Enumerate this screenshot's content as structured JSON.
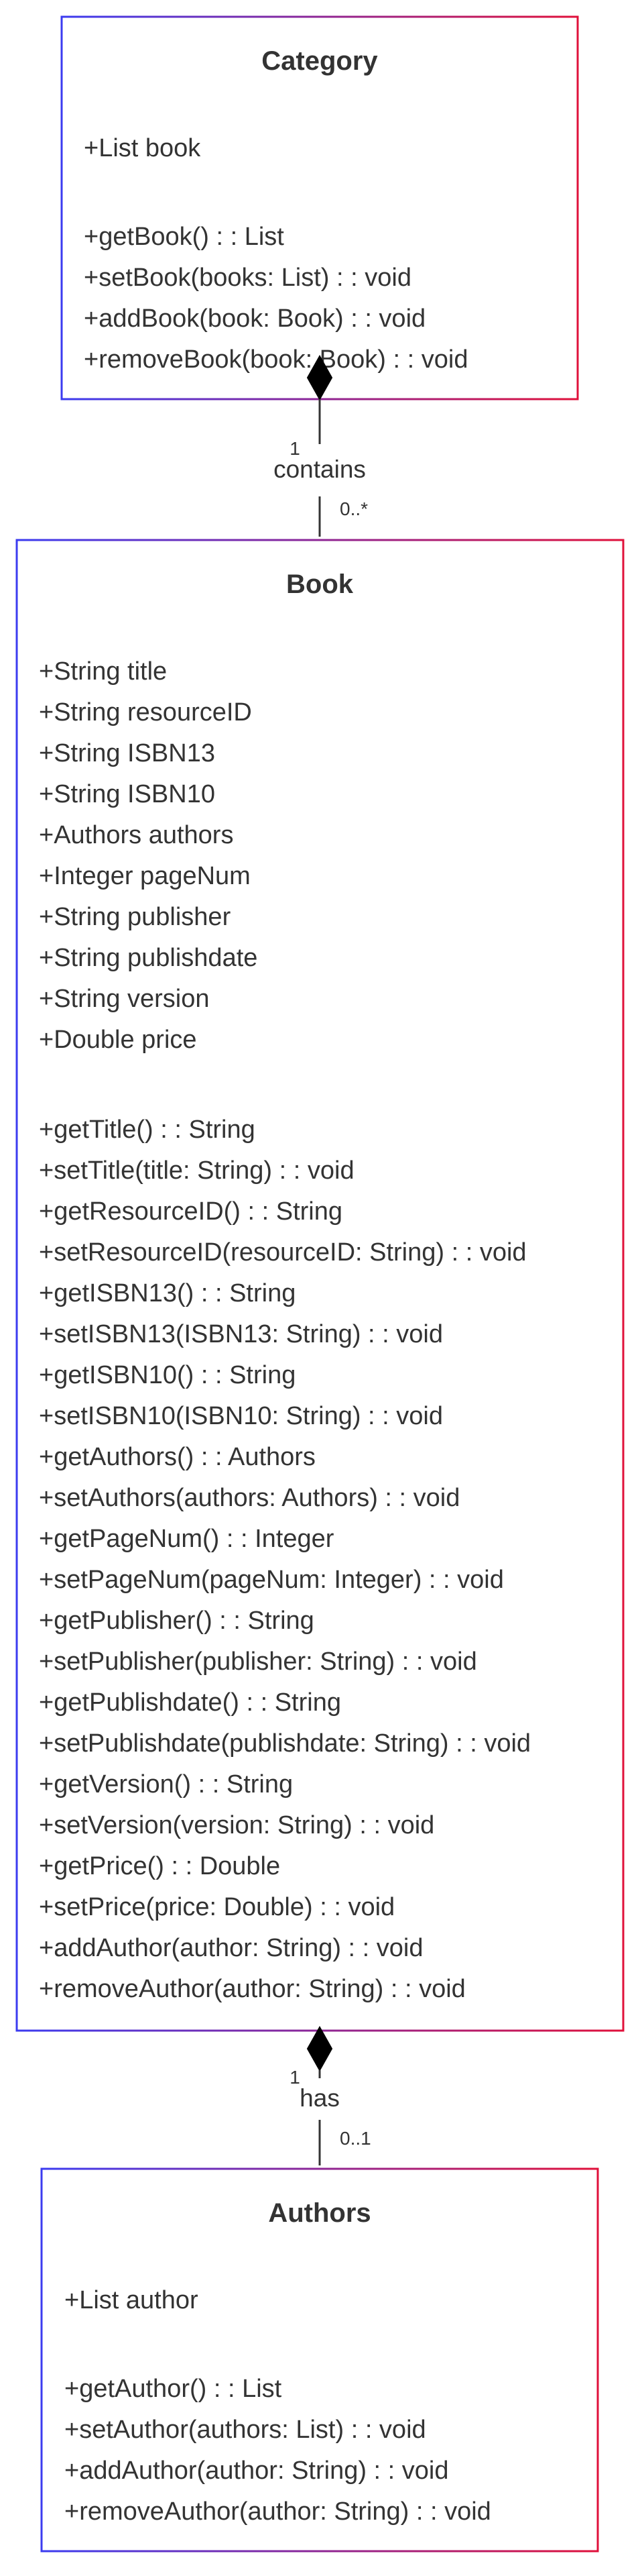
{
  "colors": {
    "border_start": "#3b3bf0",
    "border_end": "#e0103a",
    "text": "#333333",
    "background": "#ffffff"
  },
  "classes": {
    "category": {
      "name": "Category",
      "attributes": [
        "+List book"
      ],
      "methods": [
        "+getBook() : : List",
        "+setBook(books: List) : : void",
        "+addBook(book: Book) : : void",
        "+removeBook(book: Book) : : void"
      ]
    },
    "book": {
      "name": "Book",
      "attributes": [
        "+String title",
        "+String resourceID",
        "+String ISBN13",
        "+String ISBN10",
        "+Authors authors",
        "+Integer pageNum",
        "+String publisher",
        "+String publishdate",
        "+String version",
        "+Double price"
      ],
      "methods": [
        "+getTitle() : : String",
        "+setTitle(title: String) : : void",
        "+getResourceID() : : String",
        "+setResourceID(resourceID: String) : : void",
        "+getISBN13() : : String",
        "+setISBN13(ISBN13: String) : : void",
        "+getISBN10() : : String",
        "+setISBN10(ISBN10: String) : : void",
        "+getAuthors() : : Authors",
        "+setAuthors(authors: Authors) : : void",
        "+getPageNum() : : Integer",
        "+setPageNum(pageNum: Integer) : : void",
        "+getPublisher() : : String",
        "+setPublisher(publisher: String) : : void",
        "+getPublishdate() : : String",
        "+setPublishdate(publishdate: String) : : void",
        "+getVersion() : : String",
        "+setVersion(version: String) : : void",
        "+getPrice() : : Double",
        "+setPrice(price: Double) : : void",
        "+addAuthor(author: String) : : void",
        "+removeAuthor(author: String) : : void"
      ]
    },
    "authors": {
      "name": "Authors",
      "attributes": [
        "+List author"
      ],
      "methods": [
        "+getAuthor() : : List",
        "+setAuthor(authors: List) : : void",
        "+addAuthor(author: String) : : void",
        "+removeAuthor(author: String) : : void"
      ]
    }
  },
  "relations": {
    "contains": {
      "label": "contains",
      "source_mult": "1",
      "target_mult": "0..*"
    },
    "has": {
      "label": "has",
      "source_mult": "1",
      "target_mult": "0..1"
    }
  }
}
